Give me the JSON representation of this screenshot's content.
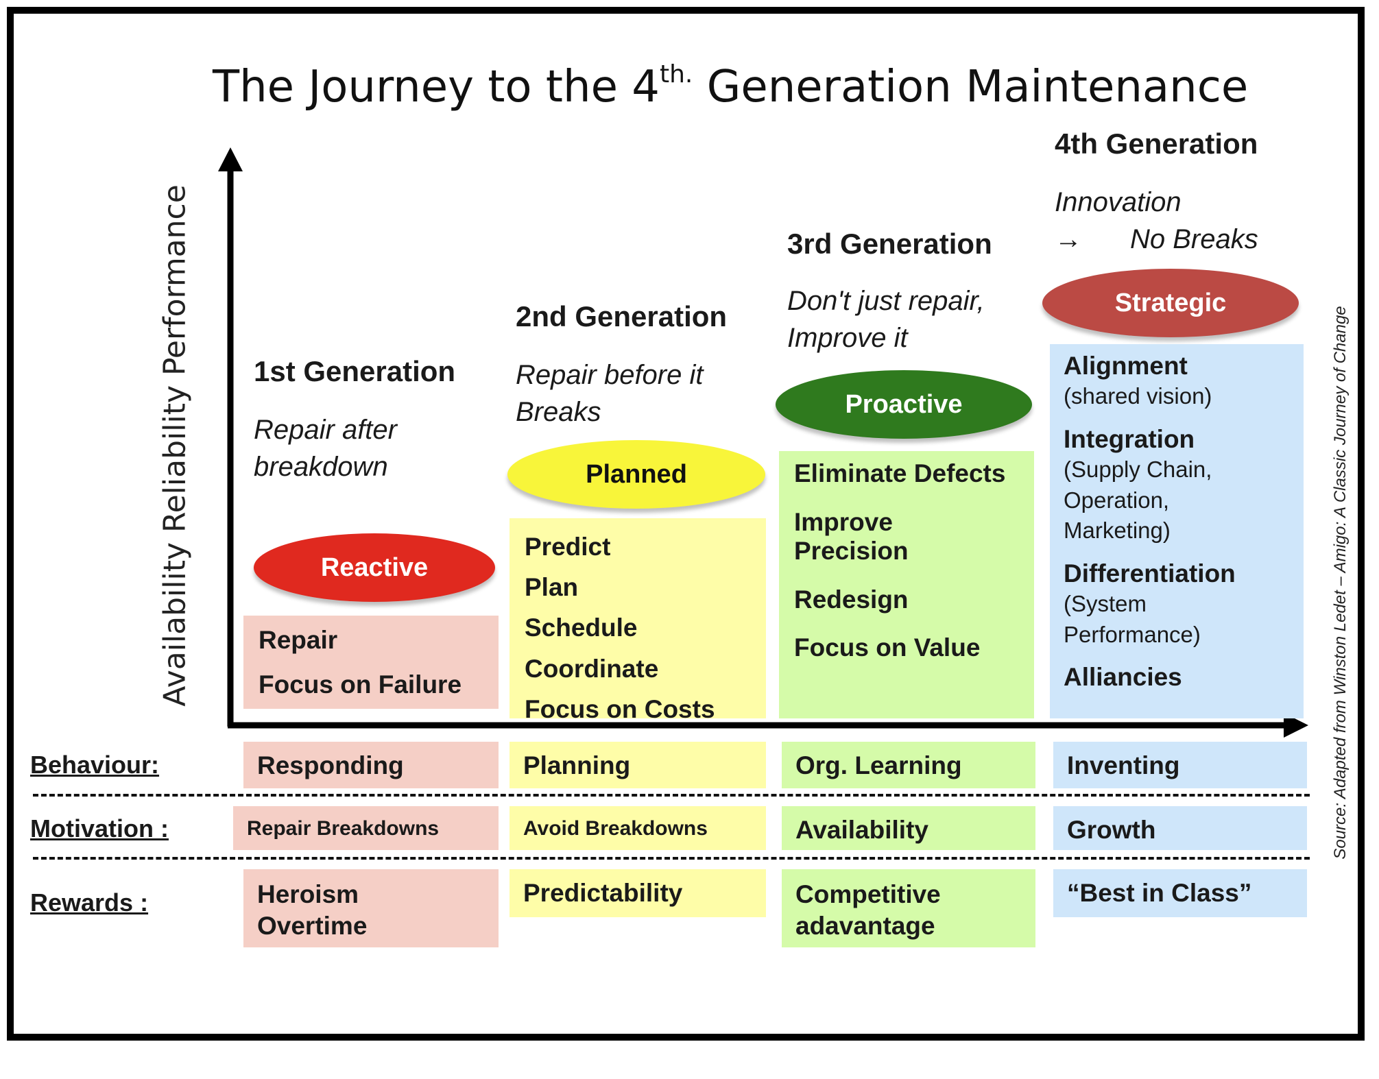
{
  "title": {
    "main": "The Journey to the 4",
    "sup": "th.",
    "rest": " Generation Maintenance"
  },
  "y_axis_label": "Availability Reliability Performance",
  "source_note": "Source: Adapted from Winston Ledet – Amigo: A Classic Journey of Change",
  "generations": [
    {
      "title": "1st Generation",
      "description": [
        "Repair after",
        "breakdown"
      ],
      "badge": "Reactive",
      "items": [
        "Repair",
        "Focus on Failure"
      ]
    },
    {
      "title": "2nd Generation",
      "description": [
        "Repair before it",
        "Breaks"
      ],
      "badge": "Planned",
      "items": [
        "Predict",
        "Plan",
        "Schedule",
        "Coordinate",
        "Focus on Costs"
      ]
    },
    {
      "title": "3rd Generation",
      "description": [
        "Don't just repair,",
        "Improve it"
      ],
      "badge": "Proactive",
      "items": [
        "Eliminate Defects",
        "Improve",
        "Precision",
        "Redesign",
        "Focus on Value"
      ]
    },
    {
      "title": "4th Generation",
      "description": [
        "Innovation",
        "→",
        "No Breaks"
      ],
      "badge": "Strategic",
      "items": [
        {
          "label": "Alignment",
          "detail": "(shared vision)"
        },
        {
          "label": "Integration",
          "detail": [
            "(Supply Chain,",
            "Operation,",
            "Marketing)"
          ]
        },
        {
          "label": "Differentiation",
          "detail": [
            "(System",
            "Performance)"
          ]
        },
        {
          "label": "Alliancies",
          "detail": ""
        }
      ]
    }
  ],
  "rows": {
    "behaviour": {
      "label": "Behaviour:",
      "values": [
        "Responding",
        "Planning",
        "Org. Learning",
        "Inventing"
      ]
    },
    "motivation": {
      "label": "Motivation :",
      "values": [
        "Repair  Breakdowns",
        "Avoid  Breakdowns",
        "Availability",
        "Growth"
      ]
    },
    "rewards": {
      "label": "Rewards :",
      "values": [
        [
          "Heroism",
          "Overtime"
        ],
        "Predictability",
        [
          "Competitive",
          "adavantage"
        ],
        "“Best in Class”"
      ]
    }
  },
  "colors": {
    "reactive": "#e0291f",
    "planned": "#f8f53a",
    "proactive": "#2f7a1e",
    "strategic": "#bb4a44",
    "pink": "#f5cfc6",
    "yellow": "#fefda8",
    "green": "#d5fba9",
    "blue": "#cfe6fa"
  }
}
